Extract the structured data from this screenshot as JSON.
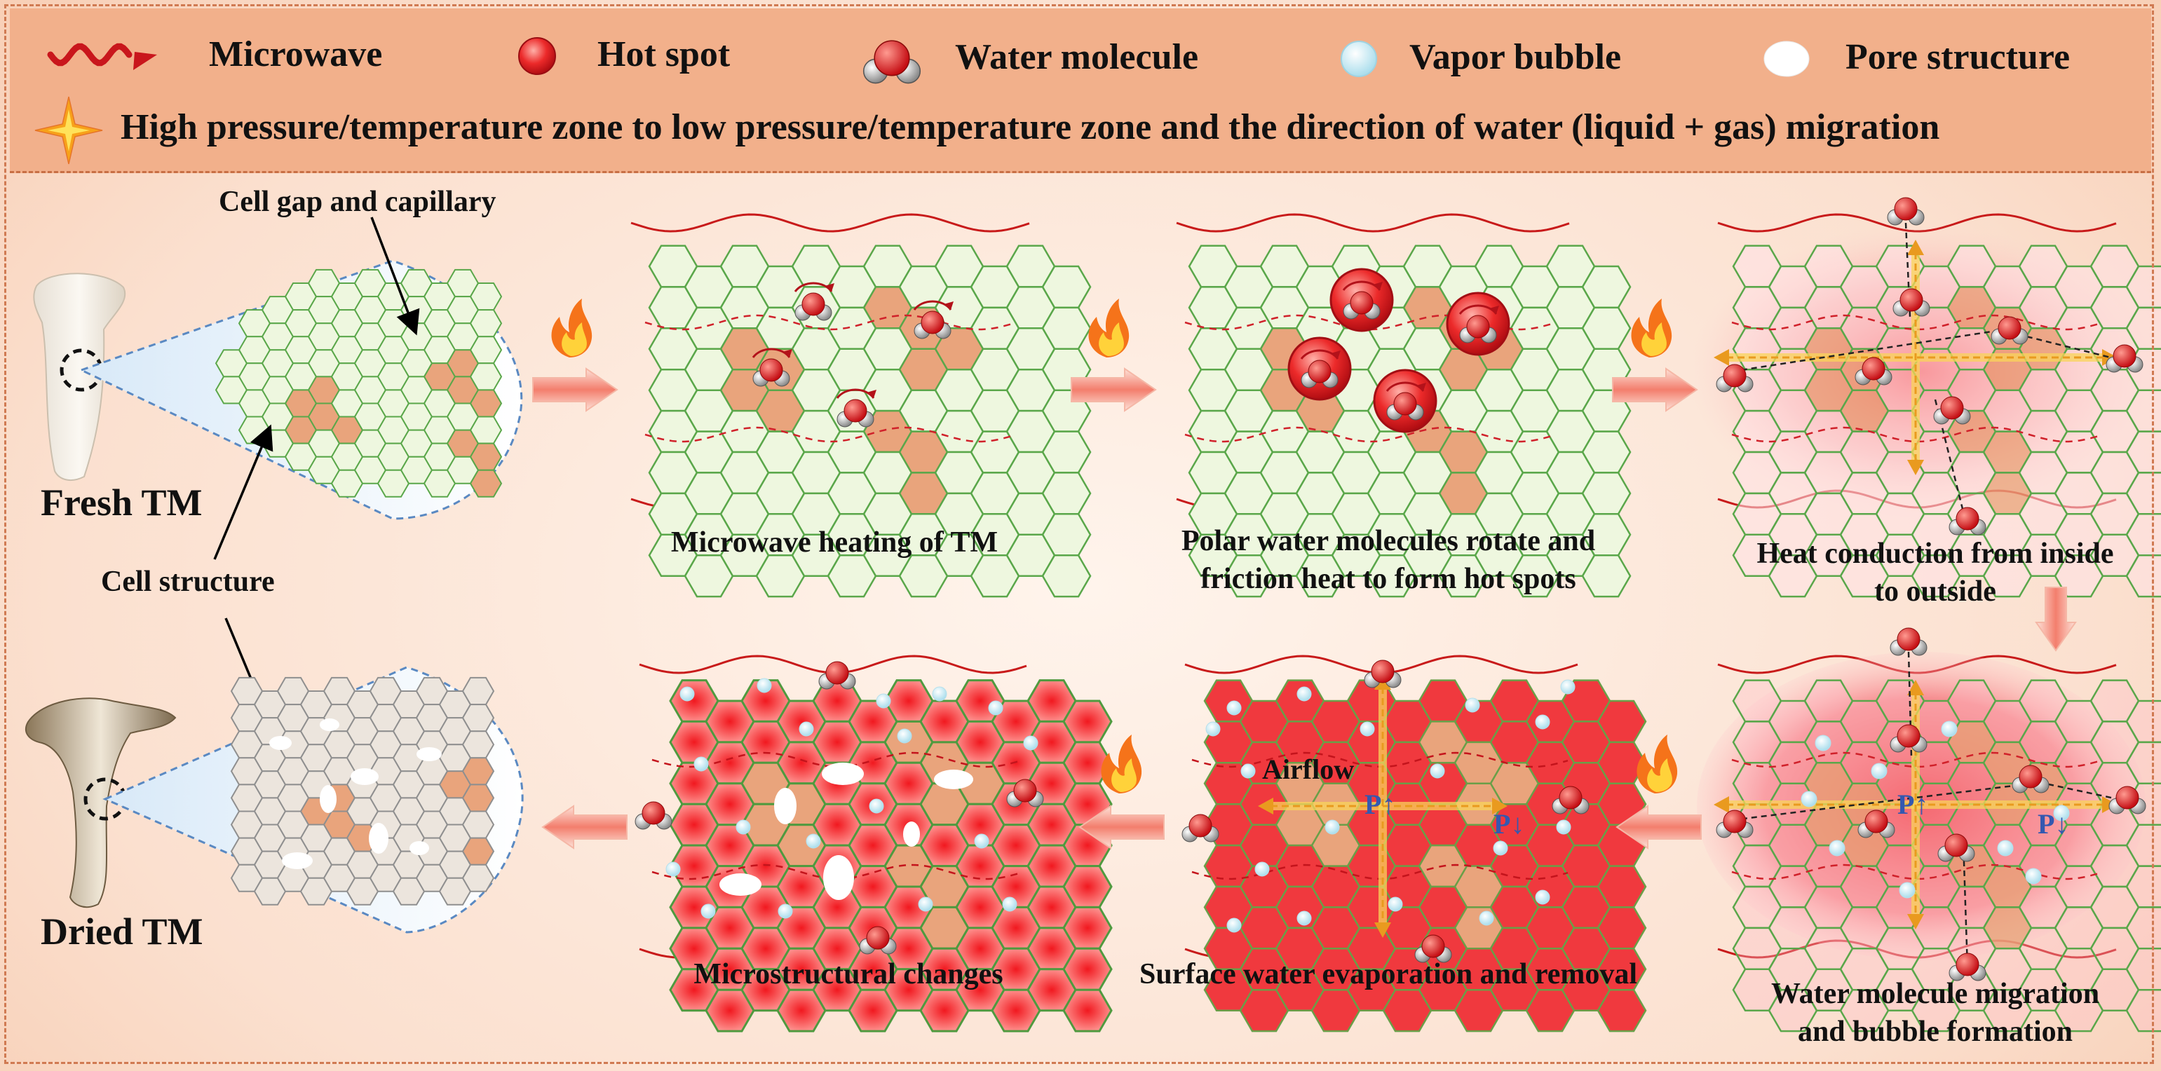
{
  "legend": {
    "microwave": "Microwave",
    "hot_spot": "Hot spot",
    "water_molecule": "Water molecule",
    "vapor_bubble": "Vapor bubble",
    "pore_structure": "Pore structure",
    "migration": "High pressure/temperature zone to low pressure/temperature zone and the direction of water (liquid + gas) migration"
  },
  "labels": {
    "fresh": "Fresh TM",
    "dried": "Dried TM",
    "cell_gap": "Cell gap and capillary",
    "cell_structure": "Cell structure",
    "airflow": "Airflow",
    "p1": "P↑",
    "p2": "P↓",
    "p3": "P↑",
    "p4": "P↓"
  },
  "steps": {
    "s1": "Microwave heating of TM",
    "s2_l1": "Polar water molecules rotate and",
    "s2_l2": "friction heat to form hot spots",
    "s3_l1": "Heat conduction from inside",
    "s3_l2": "to outside",
    "s4_l1": "Water molecule migration",
    "s4_l2": "and bubble formation",
    "s5": "Surface water evaporation and removal",
    "s6": "Microstructural changes"
  },
  "colors": {
    "legend_band": "#f2b08b",
    "hex_stroke": "#5aa74a",
    "cell_fill": "#eef7df",
    "gap_fill": "#e9a47c",
    "hot": "#e8242b",
    "arrow": "#f4a090"
  }
}
